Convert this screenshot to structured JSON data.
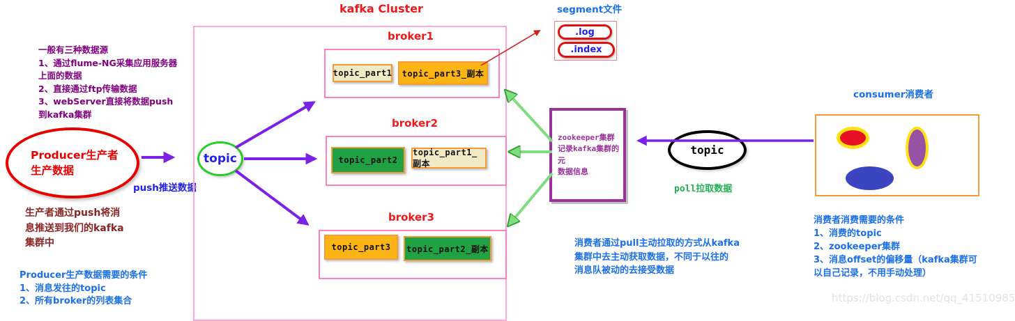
{
  "titles": {
    "cluster": "kafka Cluster",
    "segment": "segment文件",
    "consumer": "consumer消费者"
  },
  "producer": {
    "ellipse_line1": "Producer生产者",
    "ellipse_line2": "生产数据",
    "push_label": "push推送数据",
    "source_note_lines": [
      "一般有三种数据源",
      "1、通过flume-NG采集应用服务器",
      "上面的数据",
      "2、直接通过ftp传输数据",
      "3、webServer直接将数据push",
      "到kafka集群"
    ],
    "push_note_lines": [
      "生产者通过push将消",
      "息推送到我们的kafka",
      "集群中"
    ],
    "conditions_lines": [
      "Producer生产数据需要的条件",
      "1、消息发往的topic",
      "2、所有broker的列表集合"
    ]
  },
  "cluster": {
    "topic_label": "topic",
    "brokers": [
      {
        "name": "broker1",
        "partitions": [
          {
            "label": "topic_part1",
            "fill": "cream"
          },
          {
            "label": "topic_part3_副本",
            "fill": "gold"
          }
        ]
      },
      {
        "name": "broker2",
        "partitions": [
          {
            "label": "topic_part2",
            "fill": "green"
          },
          {
            "label": "topic_part1_副本",
            "fill": "cream"
          }
        ]
      },
      {
        "name": "broker3",
        "partitions": [
          {
            "label": "topic_part3",
            "fill": "gold"
          },
          {
            "label": "topic_part2_副本",
            "fill": "green"
          }
        ]
      }
    ]
  },
  "segment": {
    "files": [
      ".log",
      ".index"
    ]
  },
  "zookeeper": {
    "note_lines": [
      "zookeeper集群",
      "记录kafka集群的元",
      "数据信息"
    ]
  },
  "consumer": {
    "topic_label": "topic",
    "poll_label": "poll拉取数据",
    "pull_note_lines": [
      "消费者通过pull主动拉取的方式从kafka",
      "集群中去主动获取数据，不同于以往的",
      "消息队被动的去接受数据"
    ],
    "conditions_lines": [
      "消费者消费需要的条件",
      "1、消费的topic",
      "2、zookeeper集群",
      "3、消息offset的偏移量（kafka集群可",
      "以自己记录，不用手动处理）"
    ]
  },
  "watermark": "https://blog.csdn.net/qq_41510985",
  "colors": {
    "red-title": "#f01818",
    "cluster-border": "#ffa6da",
    "broker-border": "#ff7fc0",
    "purple-note": "#800080",
    "maroon-note": "#8b2424",
    "blue-note": "#1b6fe8",
    "blue-label": "#2222e6",
    "green-label": "#22b052",
    "gold-fill": "#fdb515",
    "cream-fill": "#f2e9c5",
    "green-fill": "#20a244",
    "partition-border": "#f59c38",
    "producer-red": "#e60000",
    "topic-green": "#2acc2a",
    "zookeeper-purple": "#993399",
    "purple-arrow": "#7b22e6",
    "green-arrow": "#7edd7e",
    "green-arrow-edge": "#2e9e2e",
    "red-arrow": "#cc2222",
    "segment-red": "#e01010",
    "segment-border": "#f08080",
    "consumer-border": "#f59c38",
    "yellow-ring": "#ffe115",
    "ellipse-red": "#e81123",
    "ellipse-purple": "#9653a5",
    "ellipse-blue": "#3a45bf",
    "watermark-gray": "#e2e2e2"
  }
}
